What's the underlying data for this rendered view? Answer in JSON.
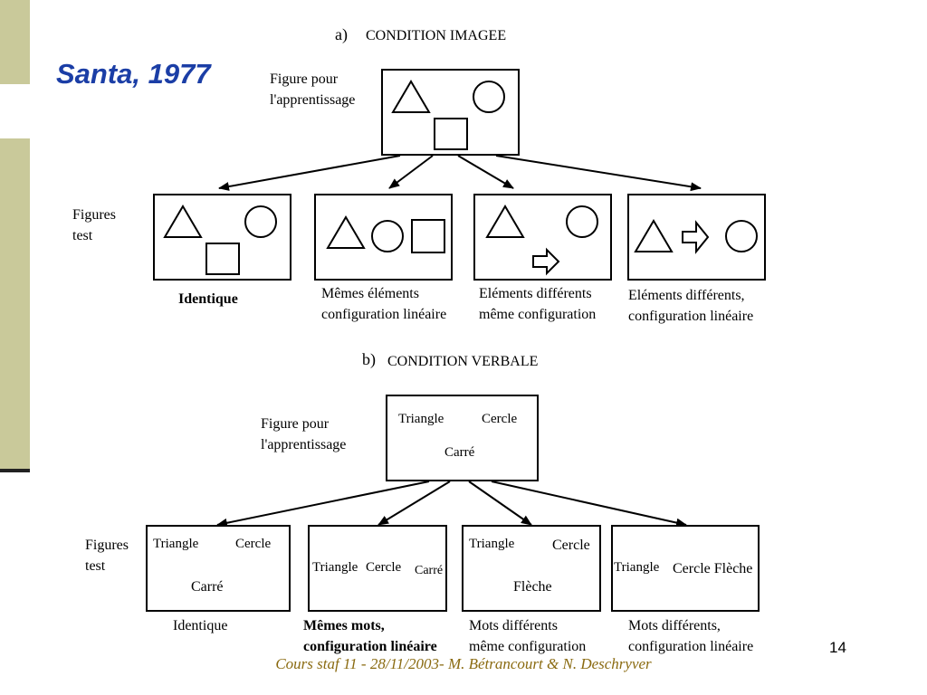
{
  "slide": {
    "title": "Santa, 1977",
    "page_number": "14",
    "footer": "Cours staf 11 - 28/11/2003- M. Bétrancourt & N. Deschryver",
    "colors": {
      "sidebar": "#c9c99a",
      "title": "#1b3ea6",
      "footer": "#8a6a10"
    }
  },
  "section_a": {
    "label": "a)",
    "heading": "CONDITION IMAGEE",
    "learning_label_1": "Figure pour",
    "learning_label_2": "l'apprentissage",
    "test_label_1": "Figures",
    "test_label_2": "test",
    "captions": [
      {
        "line1": "Identique",
        "line2": ""
      },
      {
        "line1": "Mêmes éléments",
        "line2": "configuration linéaire"
      },
      {
        "line1": "Eléments différents",
        "line2": "même configuration"
      },
      {
        "line1": "Eléments différents,",
        "line2": "configuration linéaire"
      }
    ],
    "icons": [
      "triangle-icon",
      "circle-icon",
      "square-icon",
      "arrow-icon"
    ]
  },
  "section_b": {
    "label": "b)",
    "heading": "CONDITION VERBALE",
    "learning_label_1": "Figure pour",
    "learning_label_2": "l'apprentissage",
    "test_label_1": "Figures",
    "test_label_2": "test",
    "learning_words": {
      "triangle": "Triangle",
      "cercle": "Cercle",
      "carre": "Carré"
    },
    "test_boxes": [
      {
        "w1": "Triangle",
        "w2": "Cercle",
        "w3": "Carré"
      },
      {
        "w1": "Triangle",
        "w2": "Cercle",
        "w3": "Carré"
      },
      {
        "w1": "Triangle",
        "w2": "Cercle",
        "w3": "Flèche"
      },
      {
        "w1": "Triangle",
        "w2": "Cercle Flèche"
      }
    ],
    "captions": [
      {
        "line1": "Identique",
        "line2": ""
      },
      {
        "line1": "Mêmes mots,",
        "line2": "configuration linéaire"
      },
      {
        "line1": "Mots différents",
        "line2": "même configuration"
      },
      {
        "line1": "Mots différents,",
        "line2": "configuration linéaire"
      }
    ]
  }
}
